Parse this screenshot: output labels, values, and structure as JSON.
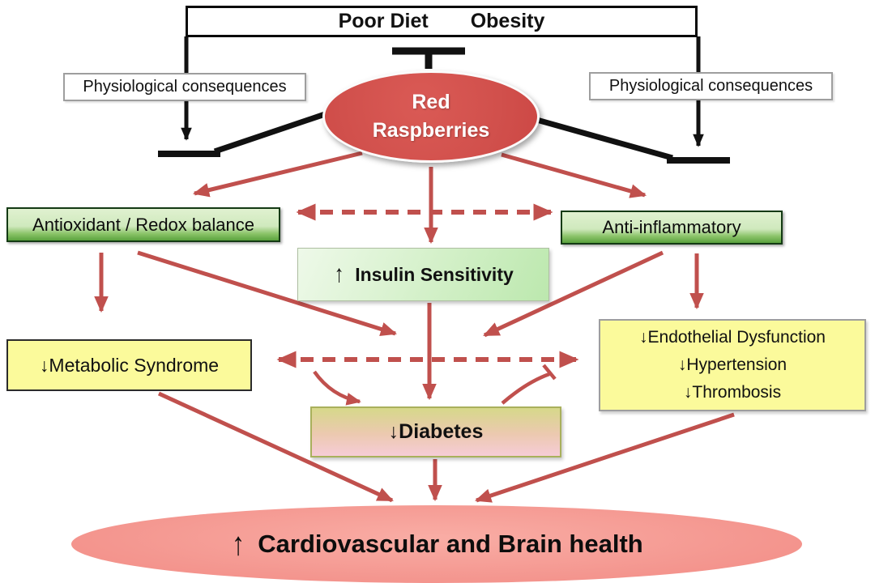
{
  "top_box": {
    "poor_diet": "Poor Diet",
    "obesity": "Obesity"
  },
  "physiological_left": {
    "label": "Physiological consequences"
  },
  "physiological_right": {
    "label": "Physiological consequences"
  },
  "raspberries": {
    "line1": "Red",
    "line2": "Raspberries"
  },
  "antioxidant": {
    "label": "Antioxidant / Redox balance"
  },
  "anti_inflammatory": {
    "label": "Anti-inflammatory"
  },
  "insulin": {
    "arrow": "↑",
    "label": "Insulin Sensitivity"
  },
  "metabolic": {
    "label": "↓Metabolic Syndrome"
  },
  "vascular": {
    "line1": "↓Endothelial Dysfunction",
    "line2": "↓Hypertension",
    "line3": "↓Thrombosis"
  },
  "diabetes": {
    "label": "↓Diabetes"
  },
  "outcome": {
    "arrow": "↑",
    "label": "Cardiovascular and Brain health"
  },
  "colors": {
    "arrow_red": "#c0504d",
    "raspberry_red": "#d1504c",
    "green_box_light": "#d8edc6",
    "green_box_dark": "#5aa23d",
    "insulin_green": "#bce8ae",
    "yellow_box": "#fbfa9b",
    "diabetes_top": "#d6d88a",
    "diabetes_bottom": "#f6ccd7",
    "outcome_pink": "#f18b84",
    "line_black": "#111111"
  }
}
